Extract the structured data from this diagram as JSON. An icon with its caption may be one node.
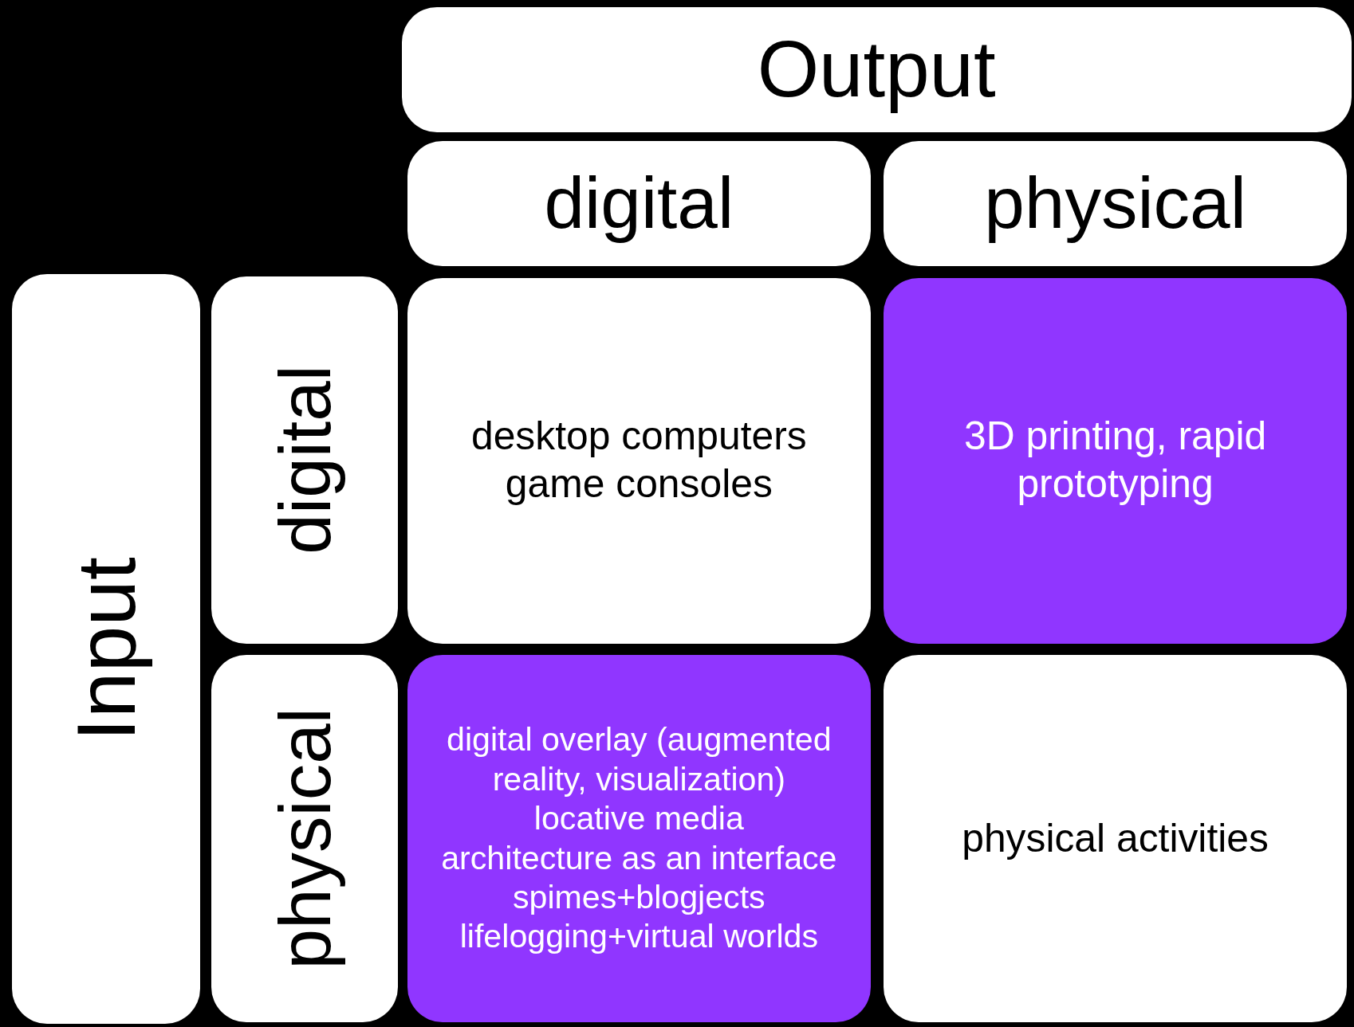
{
  "diagram": {
    "nodes": [
      {
        "text": [
          "Output"
        ]
      },
      {
        "text": [
          "digital"
        ]
      },
      {
        "text": [
          "physical"
        ]
      },
      {
        "text": [
          "Input"
        ]
      },
      {
        "text": [
          "digital"
        ]
      },
      {
        "text": [
          "desktop computers",
          "game consoles"
        ]
      },
      {
        "text": [
          "3D printing, rapid prototyping"
        ]
      },
      {
        "text": [
          "physical"
        ]
      },
      {
        "text": [
          "digital overlay (augmented reality, visualization)",
          "locative media",
          "architecture as an interface",
          "spimes+blogjects",
          "lifelogging+virtual worlds"
        ]
      },
      {
        "text": [
          "physical activities"
        ]
      }
    ]
  }
}
